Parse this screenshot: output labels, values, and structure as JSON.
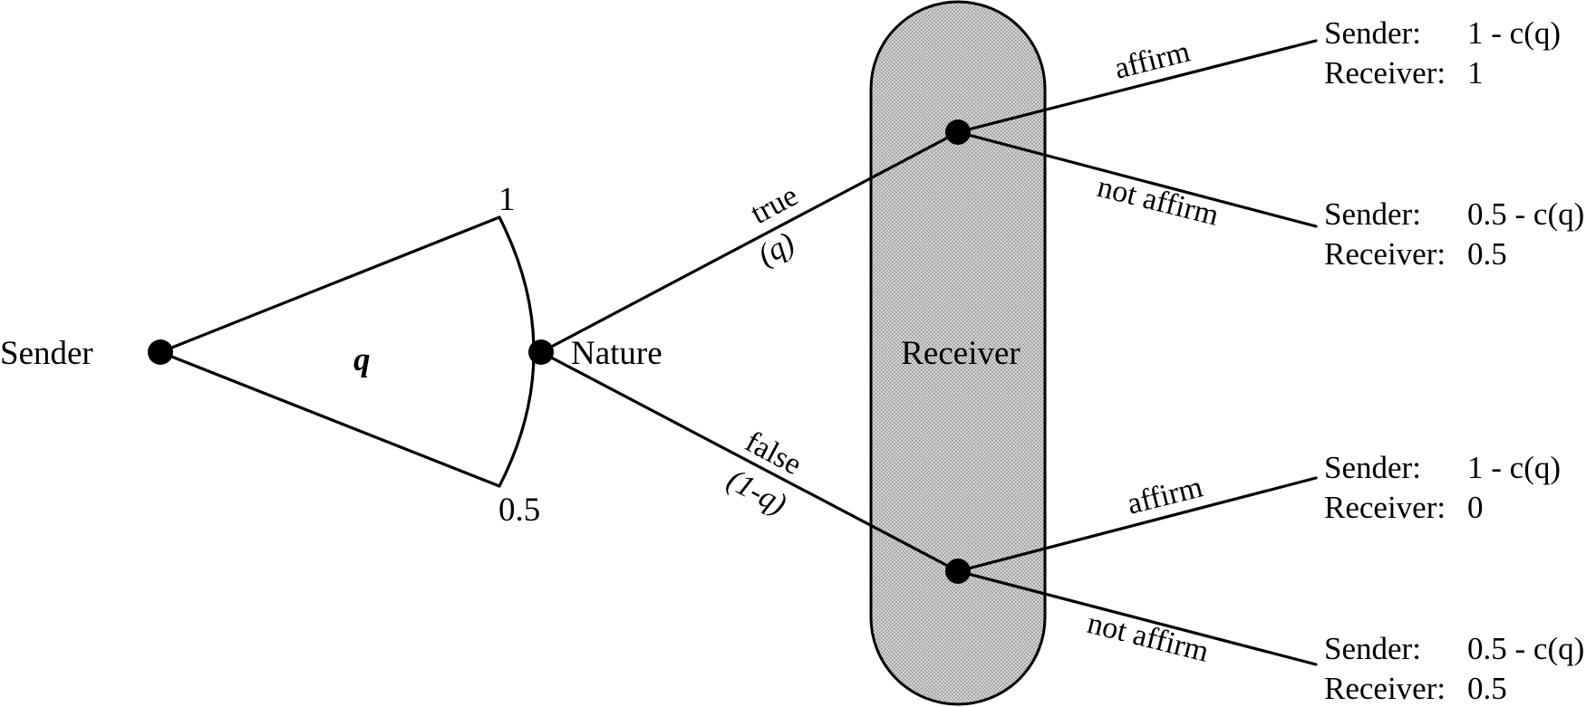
{
  "nodes": {
    "sender": "Sender",
    "nature": "Nature",
    "receiver": "Receiver"
  },
  "choice": {
    "variable": "q",
    "upper": "1",
    "lower": "0.5"
  },
  "nature_branches": {
    "true_label": "true",
    "true_prob": "(q)",
    "false_label": "false",
    "false_prob": "(1-q)"
  },
  "receiver_actions": {
    "top_affirm": "affirm",
    "top_not_affirm": "not affirm",
    "bottom_affirm": "affirm",
    "bottom_not_affirm": "not affirm"
  },
  "payoffs": [
    {
      "sender_label": "Sender:",
      "sender_value": "1 - c(q)",
      "receiver_label": "Receiver:",
      "receiver_value": "1"
    },
    {
      "sender_label": "Sender:",
      "sender_value": "0.5 - c(q)",
      "receiver_label": "Receiver:",
      "receiver_value": "0.5"
    },
    {
      "sender_label": "Sender:",
      "sender_value": "1 - c(q)",
      "receiver_label": "Receiver:",
      "receiver_value": "0"
    },
    {
      "sender_label": "Sender:",
      "sender_value": "0.5 - c(q)",
      "receiver_label": "Receiver:",
      "receiver_value": "0.5"
    }
  ],
  "colors": {
    "line": "#000000",
    "info_set_fill": "#cfcfcf",
    "info_set_dots": "#9a9a9a"
  }
}
